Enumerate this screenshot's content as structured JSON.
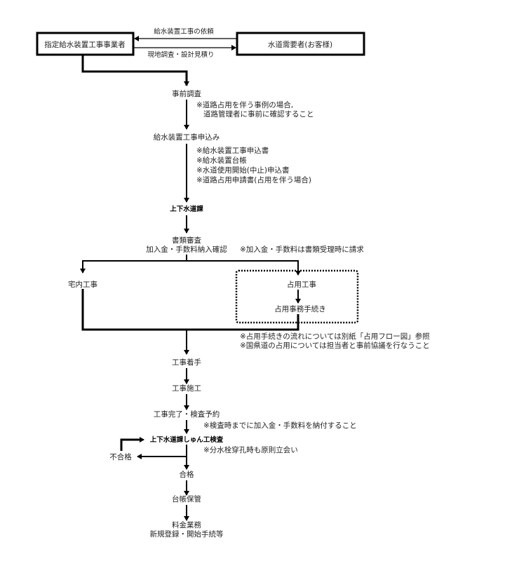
{
  "actors": {
    "contractor": "指定給水装置工事事業者",
    "customer": "水道需要者(お客様)",
    "request_label": "給水装置工事の依頼",
    "survey_label": "現地調査・設計見積り"
  },
  "steps": {
    "pre_survey": "事前調査",
    "pre_survey_note1": "※道路占用を伴う事例の場合,",
    "pre_survey_note2": "道路管理者に事前に確認すること",
    "application": "給水装置工事申込み",
    "application_notes": [
      "※給水装置工事申込書",
      "※給水装置台帳",
      "※水道使用開始(中止)申込書",
      "※道路占用申請書(占用を伴う場合)"
    ],
    "department": "上下水道課",
    "review1": "書類審査",
    "review2": "加入金・手数料納入確認",
    "review_note": "※加入金・手数料は書類受理時に請求",
    "indoor_work": "宅内工事",
    "occupancy_work": "占用工事",
    "occupancy_procedure": "占用事務手続き",
    "occupancy_note1": "※占用手続きの流れについては別紙「占用フロー図」参照",
    "occupancy_note2": "※国県道の占用については担当者と事前協議を行なうこと",
    "start": "工事着手",
    "construction": "工事施工",
    "completion": "工事完了・検査予約",
    "completion_note": "※検査時までに加入金・手数料を納付すること",
    "inspection": "上下水道課しゅん工検査",
    "inspection_note": "※分水栓穿孔時も原則立会い",
    "fail": "不合格",
    "pass": "合格",
    "ledger": "台帳保管",
    "billing1": "料金業務",
    "billing2": "新規登録・開始手続等"
  }
}
